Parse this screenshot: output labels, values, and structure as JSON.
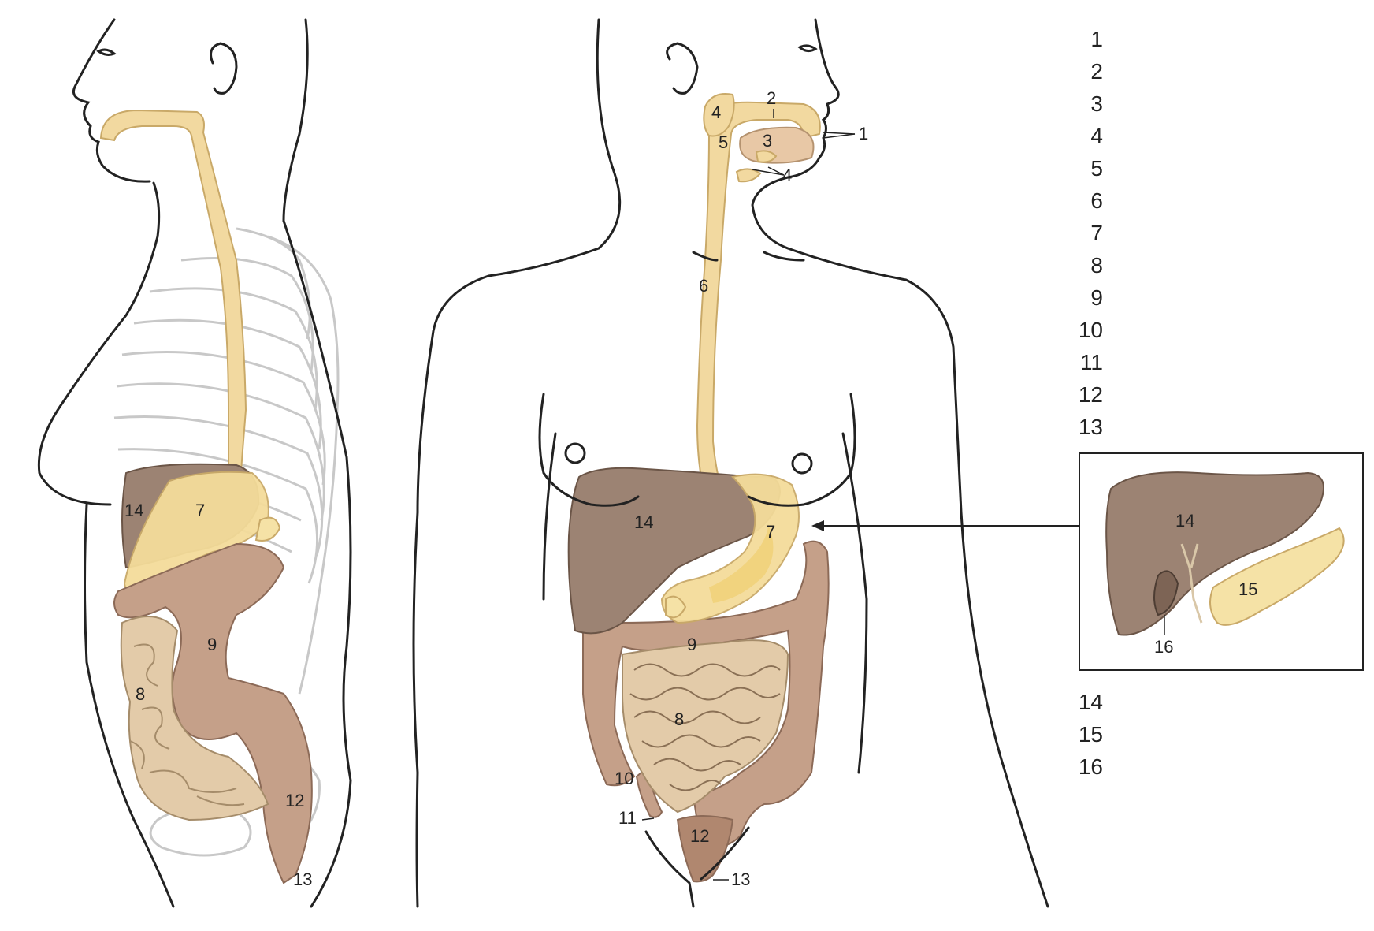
{
  "palette": {
    "outline": "#222222",
    "ribs": "#c8c8c8",
    "tract": "#f2d9a0",
    "tract_edge": "#c9a968",
    "liver": "#9c8373",
    "stomach": "#f4dc9a",
    "stomach_inner": "#f0cf70",
    "small_intestine": "#e3cba9",
    "colon": "#c5a089",
    "colon_edge": "#8c6a57",
    "pancreas": "#f5e2a6"
  },
  "side_view": {
    "labels": [
      "14",
      "7",
      "9",
      "8",
      "12",
      "13"
    ]
  },
  "front_view": {
    "labels": [
      "1",
      "2",
      "3",
      "4",
      "4",
      "5",
      "6",
      "14",
      "7",
      "9",
      "8",
      "10",
      "11",
      "12",
      "13"
    ]
  },
  "inset": {
    "labels": [
      "14",
      "15",
      "16"
    ]
  },
  "legend": {
    "top": [
      "1",
      "2",
      "3",
      "4",
      "5",
      "6",
      "7",
      "8",
      "9",
      "10",
      "11",
      "12",
      "13"
    ],
    "bottom": [
      "14",
      "15",
      "16"
    ]
  }
}
